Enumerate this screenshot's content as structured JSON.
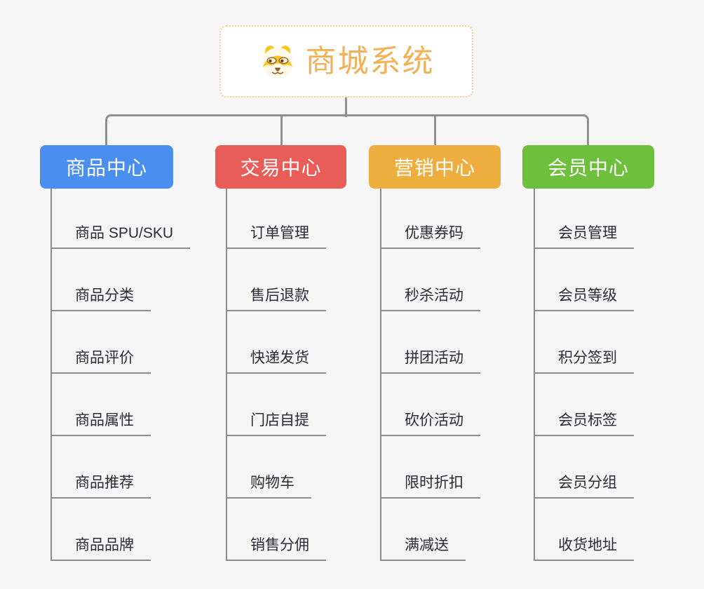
{
  "root": {
    "title": "商城系统",
    "icon": "dog-face-icon"
  },
  "branches": [
    {
      "label": "商品中心",
      "color": "#4A8FEF",
      "items": [
        "商品 SPU/SKU",
        "商品分类",
        "商品评价",
        "商品属性",
        "商品推荐",
        "商品品牌"
      ]
    },
    {
      "label": "交易中心",
      "color": "#E85D58",
      "items": [
        "订单管理",
        "售后退款",
        "快递发货",
        "门店自提",
        "购物车",
        "销售分佣"
      ]
    },
    {
      "label": "营销中心",
      "color": "#EDAE3F",
      "items": [
        "优惠券码",
        "秒杀活动",
        "拼团活动",
        "砍价活动",
        "限时折扣",
        "满减送"
      ]
    },
    {
      "label": "会员中心",
      "color": "#6EC03C",
      "items": [
        "会员管理",
        "会员等级",
        "积分签到",
        "会员标签",
        "会员分组",
        "收货地址"
      ]
    }
  ],
  "colors": {
    "background": "#F6F6F6",
    "connector_gray": "#8F8F8F",
    "child_line_gray": "#8C8C8C",
    "root_border_orange": "#F5CD8A",
    "root_text_orange": "#F2B156",
    "leaf_text": "#2B2B33"
  }
}
